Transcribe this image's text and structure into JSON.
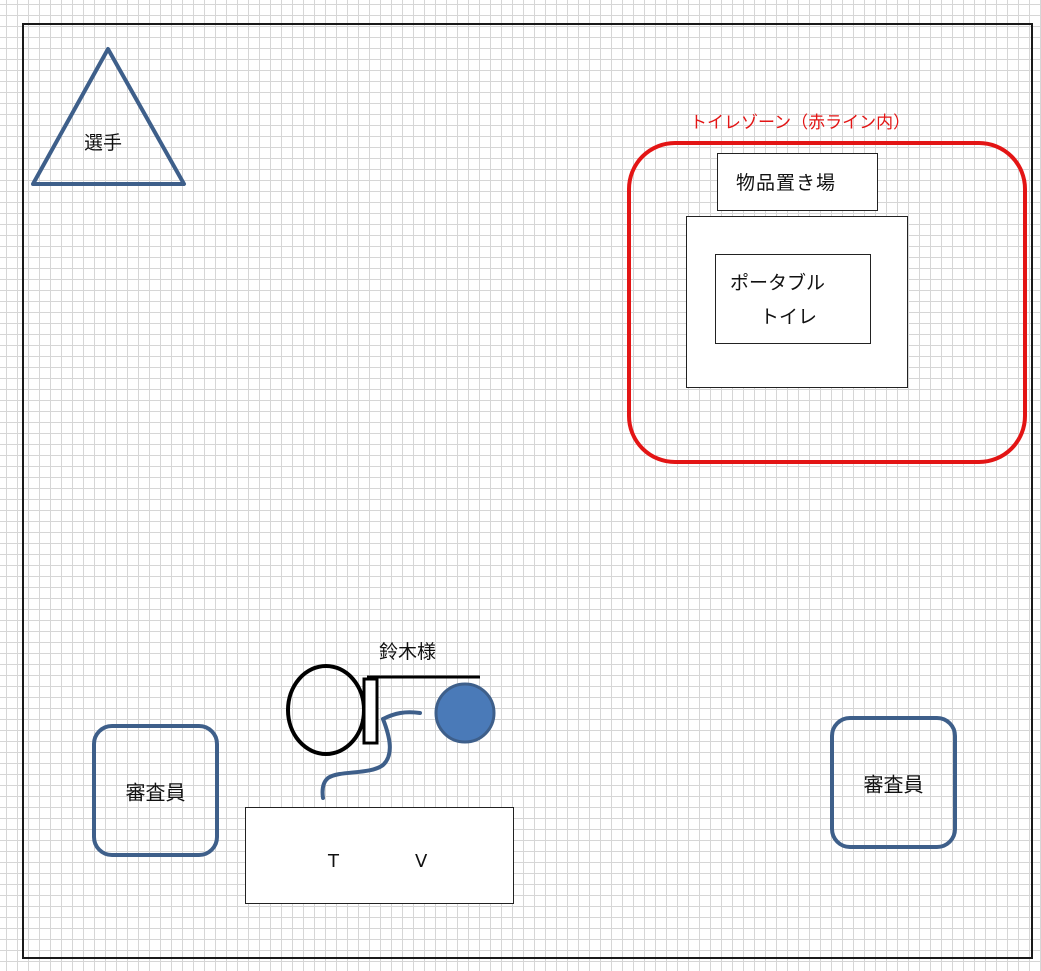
{
  "player": {
    "label": "選手",
    "color": "#3e5f8a"
  },
  "toilet_zone": {
    "title": "トイレゾーン（赤ライン内）",
    "color": "#e31515"
  },
  "storage": {
    "label": "物品置き場"
  },
  "portable_toilet": {
    "line1": "ポータブル",
    "line2": "トイレ"
  },
  "judges": [
    {
      "label": "審査員"
    },
    {
      "label": "審査員"
    }
  ],
  "person": {
    "label": "鈴木様",
    "head_color": "#4a7ab8",
    "limb_color": "#3e5f8a"
  },
  "tv": {
    "t": "T",
    "v": "V"
  }
}
